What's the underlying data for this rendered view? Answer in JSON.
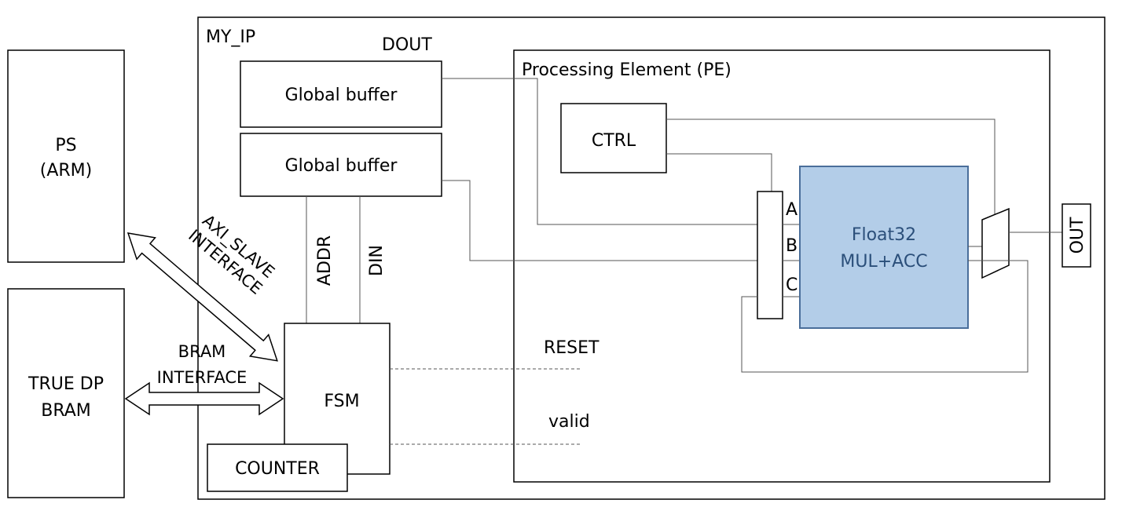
{
  "blocks": {
    "ps_line1": "PS",
    "ps_line2": "(ARM)",
    "bram_line1": "TRUE DP",
    "bram_line2": "BRAM",
    "my_ip": "MY_IP",
    "dout": "DOUT",
    "global_buffer_1": "Global buffer",
    "global_buffer_2": "Global buffer",
    "addr": "ADDR",
    "din": "DIN",
    "fsm": "FSM",
    "counter": "COUNTER",
    "pe_title": "Processing Element (PE)",
    "ctrl": "CTRL",
    "core_line1": "Float32",
    "core_line2": "MUL+ACC",
    "port_a": "A",
    "port_b": "B",
    "port_c": "C",
    "out": "OUT",
    "reset": "RESET",
    "valid": "valid"
  },
  "interfaces": {
    "axi_line1": "AXI_SLAVE",
    "axi_line2": "INTERFACE",
    "bram_if_line1": "BRAM",
    "bram_if_line2": "INTERFACE"
  },
  "colors": {
    "core_fill": "#b3cde8",
    "core_stroke": "#4a6e9a",
    "core_text": "#2b4f7a"
  }
}
